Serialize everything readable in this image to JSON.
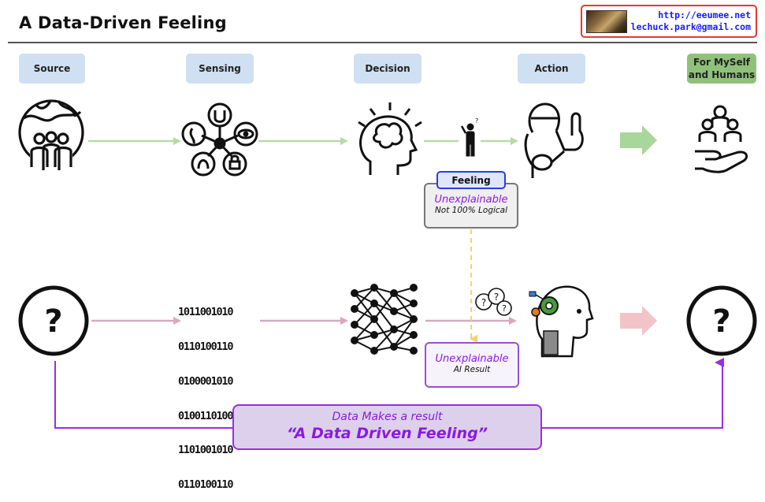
{
  "header": {
    "title": "A Data-Driven Feeling",
    "brand": {
      "url": "http://eeumee.net",
      "email": "lechuck.park@gmail.com"
    }
  },
  "stages": {
    "source": "Source",
    "sensing": "Sensing",
    "decision": "Decision",
    "action": "Action",
    "goal_line1": "For MySelf",
    "goal_line2": "and Humans"
  },
  "feeling": {
    "tag": "Feeling",
    "note_title": "Unexplainable",
    "note_sub": "Not 100% Logical"
  },
  "ai": {
    "note_title": "Unexplainable",
    "note_sub": "AI Result",
    "source_symbol": "?",
    "goal_symbol": "?",
    "binary_rows": [
      "1011001010",
      "0110100110",
      "0100001010",
      "0100110100",
      "1101001010",
      "0110100110"
    ]
  },
  "result": {
    "line1": "Data Makes a result",
    "line2": "“A Data Driven Feeling”"
  },
  "colors": {
    "human_arrow": "#b9d9a8",
    "ai_arrow": "#d9a8c0",
    "purple": "#9a2ee0",
    "stage_blue": "#cfe0f2",
    "stage_green": "#8fc17a",
    "feeling_blue": "#2a3fd6",
    "dashed_yellow": "#f7d26a"
  },
  "icons": [
    "globe-people-icon",
    "biometric-senses-icon",
    "brain-head-icon",
    "confused-person-icon",
    "strong-man-icon",
    "people-in-hand-icon",
    "question-circle-icon",
    "neural-network-icon",
    "question-bubbles-icon",
    "robot-head-icon"
  ]
}
